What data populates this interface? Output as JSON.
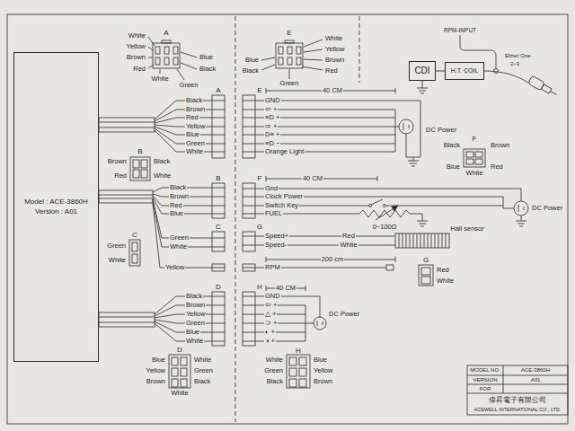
{
  "diagram": {
    "nodes": [
      {
        "text": [
          "Model : ACE-3860H",
          "Version : A01"
        ]
      },
      {
        "text": [
          "CDI"
        ]
      },
      {
        "text": [
          "H.T. COIL"
        ]
      }
    ],
    "edges": [
      {
        "from": 1,
        "to": 2,
        "arrow": "none"
      }
    ],
    "labels": [
      "A",
      "White",
      "Yellow",
      "Brown",
      "Red",
      "Blue",
      "Black",
      "White",
      "Green",
      "E",
      "White",
      "Yellow",
      "Brown",
      "Red",
      "Blue",
      "Black",
      "Green",
      "RPM-INPUT",
      "Either One",
      "2~3",
      "F",
      "Black",
      "Brown",
      "Blue",
      "White",
      "Red",
      "A",
      "Black",
      "Brown",
      "Red",
      "Yellow",
      "Blue",
      "Green",
      "White",
      "B",
      "Brown",
      "Black",
      "Red",
      "White",
      "B",
      "Black",
      "Brown",
      "Red",
      "Blue",
      "C",
      "Green",
      "White",
      "C",
      "Green",
      "White",
      "Yellow",
      "D",
      "Black",
      "Brown",
      "Yellow",
      "Green",
      "Blue",
      "White",
      "D",
      "Blue",
      "Yellow",
      "Brown",
      "White",
      "Green",
      "Black",
      "White",
      "E",
      "40 CM",
      "GND",
      "⇦ +",
      "≡D +",
      "⇨ +",
      "D≡ +",
      "≡D −",
      "Orange Light",
      "DC Power",
      "F",
      "40 CM",
      "Gnd",
      "Clock Power",
      "Switch Key",
      "FUEL",
      "0~100Ω",
      "DC Power",
      "G",
      "Speed+",
      "Speed-",
      "Red",
      "White",
      "Hall sensor",
      "G",
      "Red",
      "White",
      "RPM",
      "200 cm",
      "H",
      "40 CM",
      "GND",
      "⇦ +",
      "△ +",
      "⊃ +",
      "◐ +",
      "◑ +",
      "DC Power",
      "H",
      "White",
      "Green",
      "Black",
      "Blue",
      "Yellow",
      "Brown",
      "MODEL NO.",
      "ACE-3860H",
      "VERSION",
      "A01",
      "FOR",
      "偉昇電子有限公司",
      "ACEWELL INTERNATIONAL CO., LTD."
    ]
  }
}
